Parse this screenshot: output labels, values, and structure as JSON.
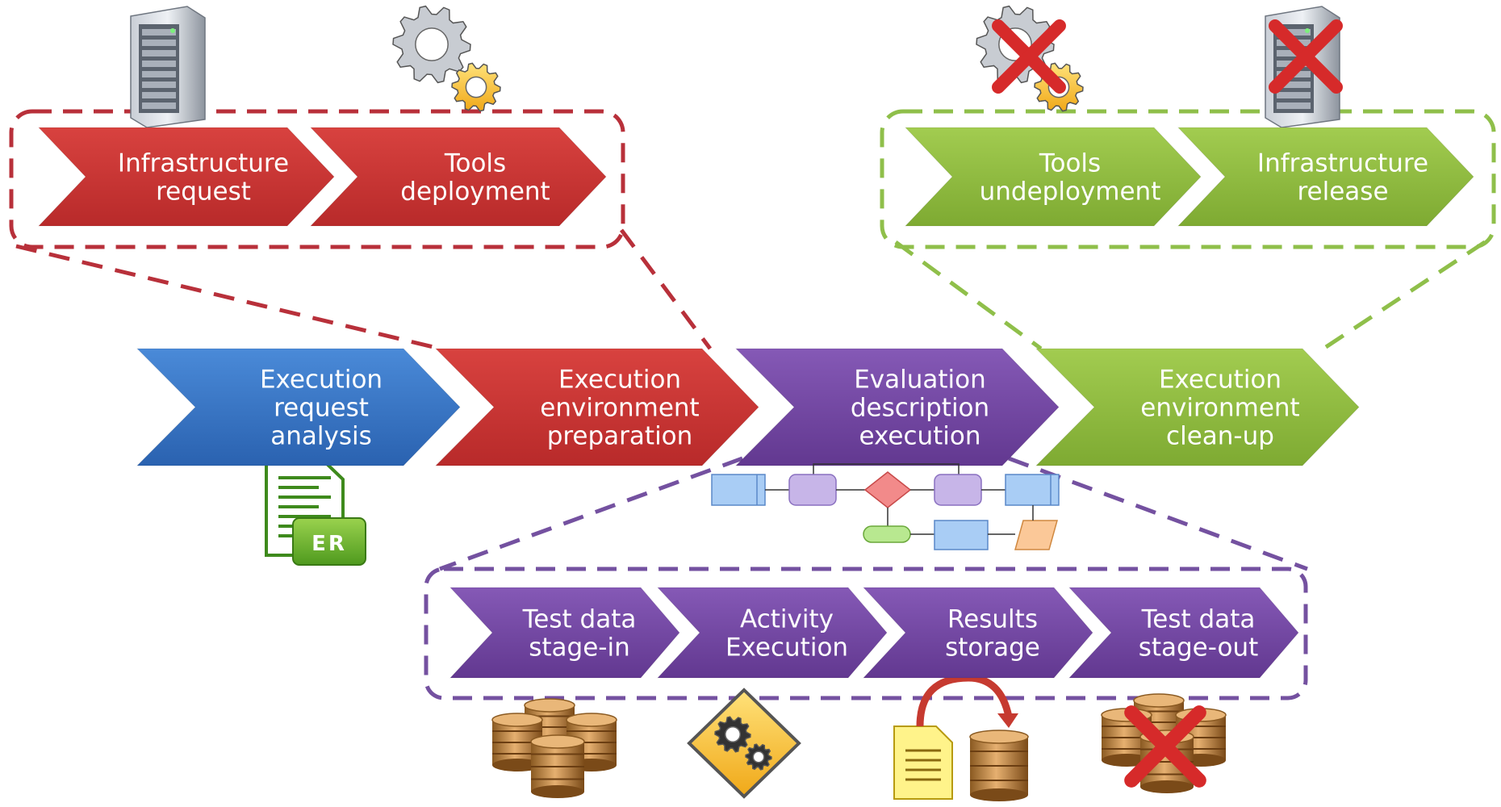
{
  "colors": {
    "blue": "#2f6fc0",
    "red": "#c0302e",
    "purple": "#6b3f98",
    "green": "#88b63a",
    "red_dash": "#b8303a",
    "green_dash": "#8fbf4a",
    "purple_dash": "#7451a0"
  },
  "main_process": [
    {
      "lines": [
        "Execution",
        "request",
        "analysis"
      ],
      "color": "blue"
    },
    {
      "lines": [
        "Execution",
        "environment",
        "preparation"
      ],
      "color": "red"
    },
    {
      "lines": [
        "Evaluation",
        "description",
        "execution"
      ],
      "color": "purple"
    },
    {
      "lines": [
        "Execution",
        "environment",
        "clean-up"
      ],
      "color": "green"
    }
  ],
  "preparation_steps": [
    {
      "lines": [
        "Infrastructure",
        "request"
      ],
      "icon": "server-icon"
    },
    {
      "lines": [
        "Tools",
        "deployment"
      ],
      "icon": "gears-icon"
    }
  ],
  "cleanup_steps": [
    {
      "lines": [
        "Tools",
        "undeployment"
      ],
      "icon": "gears-crossed-icon"
    },
    {
      "lines": [
        "Infrastructure",
        "release"
      ],
      "icon": "server-crossed-icon"
    }
  ],
  "execution_steps": [
    {
      "lines": [
        "Test data",
        "stage-in"
      ],
      "icon": "databases-icon"
    },
    {
      "lines": [
        "Activity",
        "Execution"
      ],
      "icon": "warning-gears-icon"
    },
    {
      "lines": [
        "Results",
        "storage"
      ],
      "icon": "document-to-database-icon"
    },
    {
      "lines": [
        "Test data",
        "stage-out"
      ],
      "icon": "databases-crossed-icon"
    }
  ],
  "er_document_label": "ER"
}
